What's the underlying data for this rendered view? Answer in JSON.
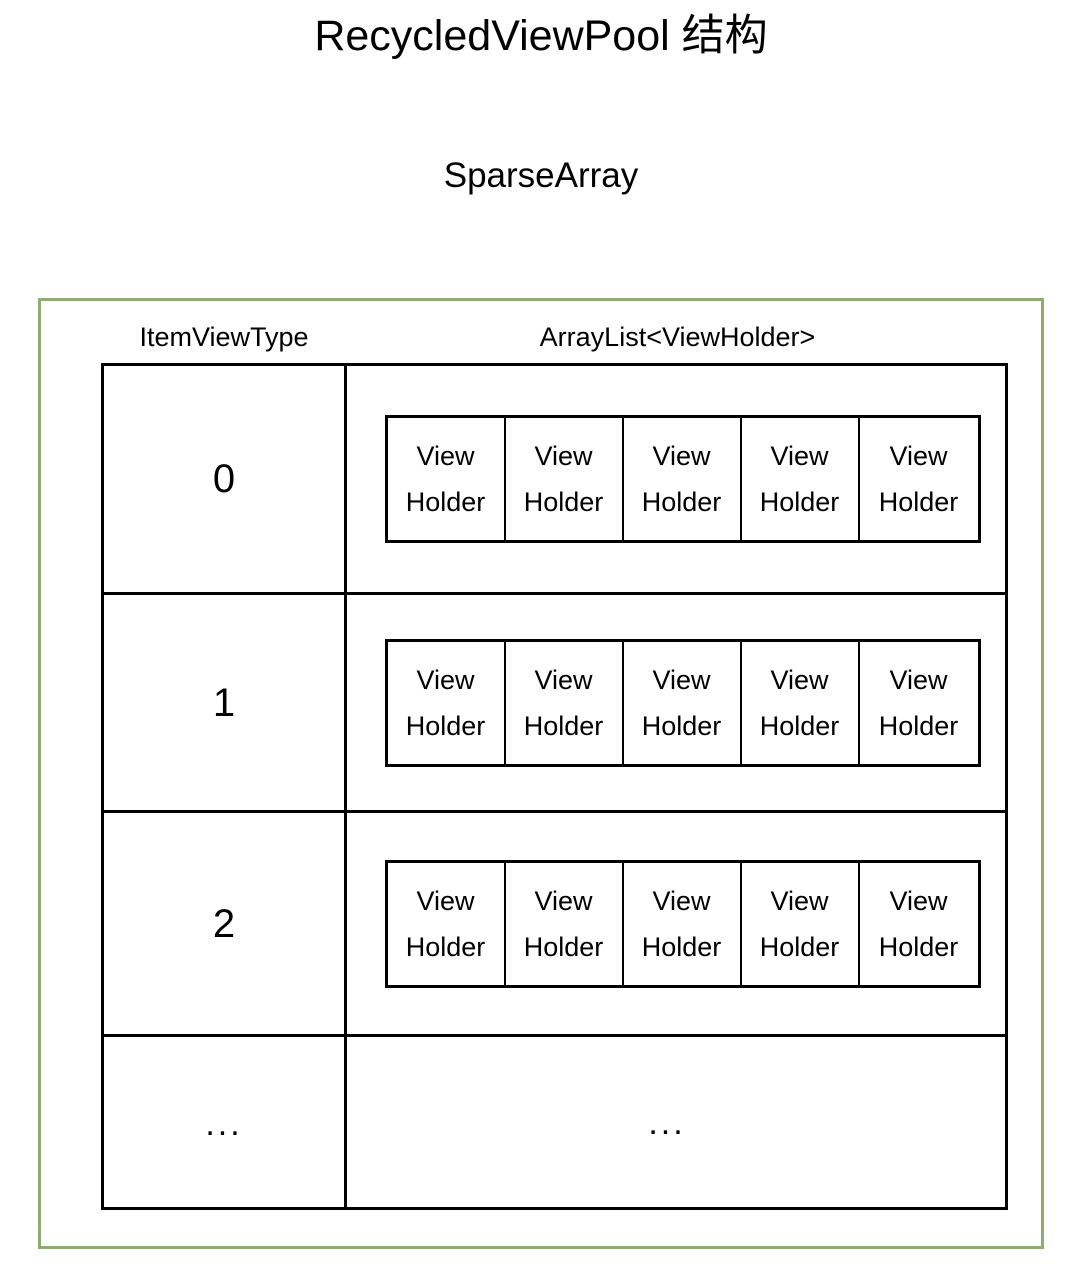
{
  "diagram": {
    "title": "RecycledViewPool 结构",
    "subtitle": "SparseArray",
    "frame_border_color": "#8faa72",
    "line_color": "#000000",
    "background_color": "#ffffff"
  },
  "table": {
    "headers": {
      "key_column": "ItemViewType",
      "value_column": "ArrayList<ViewHolder>"
    },
    "viewholder_label": {
      "line1": "View",
      "line2": "Holder"
    },
    "ellipsis": "...",
    "rows": [
      {
        "type": "0",
        "holders": [
          {
            "line1": "View",
            "line2": "Holder"
          },
          {
            "line1": "View",
            "line2": "Holder"
          },
          {
            "line1": "View",
            "line2": "Holder"
          },
          {
            "line1": "View",
            "line2": "Holder"
          },
          {
            "line1": "View",
            "line2": "Holder"
          }
        ]
      },
      {
        "type": "1",
        "holders": [
          {
            "line1": "View",
            "line2": "Holder"
          },
          {
            "line1": "View",
            "line2": "Holder"
          },
          {
            "line1": "View",
            "line2": "Holder"
          },
          {
            "line1": "View",
            "line2": "Holder"
          },
          {
            "line1": "View",
            "line2": "Holder"
          }
        ]
      },
      {
        "type": "2",
        "holders": [
          {
            "line1": "View",
            "line2": "Holder"
          },
          {
            "line1": "View",
            "line2": "Holder"
          },
          {
            "line1": "View",
            "line2": "Holder"
          },
          {
            "line1": "View",
            "line2": "Holder"
          },
          {
            "line1": "View",
            "line2": "Holder"
          }
        ]
      },
      {
        "type": "...",
        "holders": [],
        "holders_placeholder": "..."
      }
    ]
  }
}
